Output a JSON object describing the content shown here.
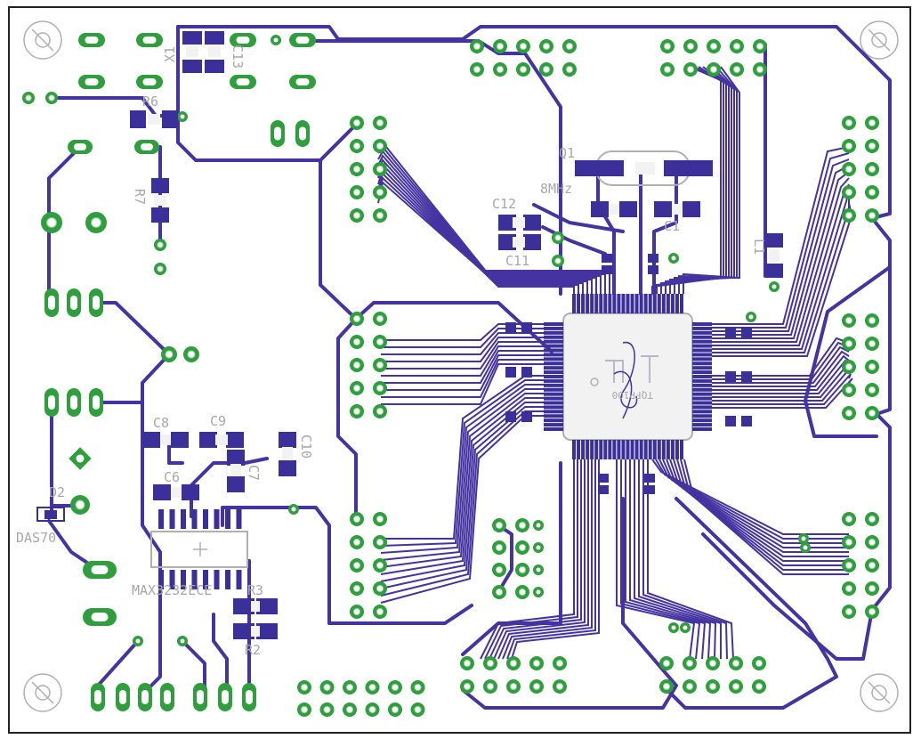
{
  "board": {
    "title": "PCB layout",
    "colors": {
      "background": "#ffffff",
      "outline": "#222222",
      "trace": "#4433a0",
      "pad": "#2f9e3c",
      "smd_pad": "#3b2f99",
      "silkscreen": "#a8a8a8",
      "chip_body": "#f2f2f2"
    }
  },
  "labels": {
    "r6": "R6",
    "r7": "R7",
    "c13": "C13",
    "x1": "X1",
    "q1": "Q1",
    "crystal_freq": "8MHz",
    "c12": "C12",
    "c11": "C11",
    "c1": "C1",
    "l1": "L1",
    "c8": "C8",
    "c9": "C9",
    "c10": "C10",
    "c7": "C7",
    "c6": "C6",
    "d2": "D2",
    "diode_part": "DAS70",
    "ic_part": "MAX3232ECE",
    "r3": "R3",
    "r2": "R2",
    "mcu_name": "TQFP100"
  }
}
